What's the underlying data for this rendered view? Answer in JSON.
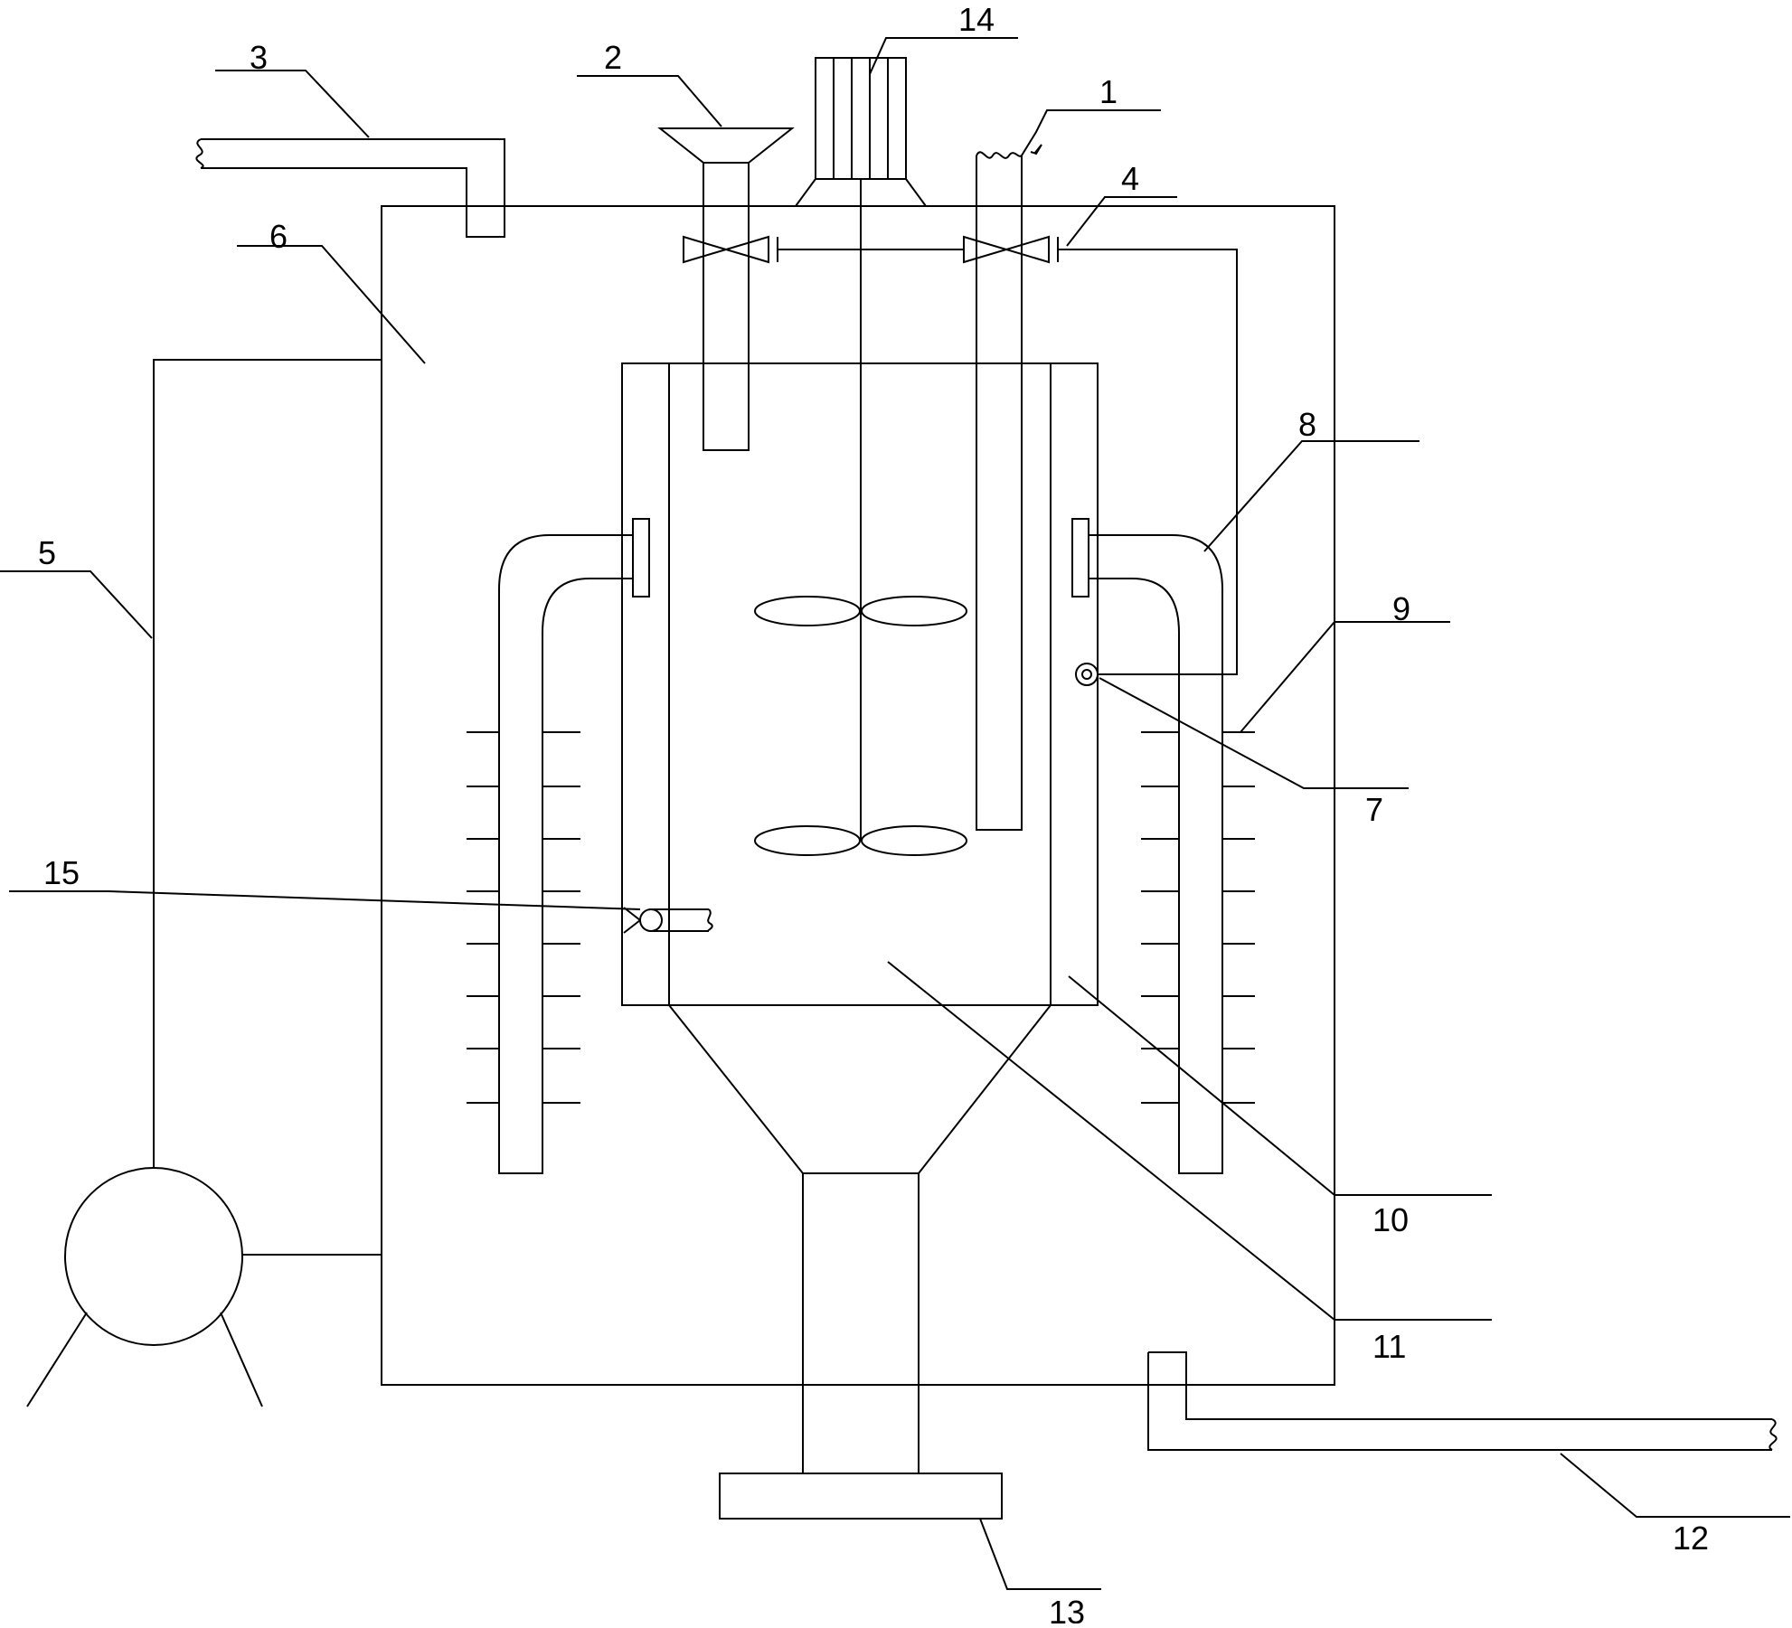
{
  "diagram": {
    "stroke_color": "#000000",
    "background": "#ffffff",
    "labels": {
      "l1": "1",
      "l2": "2",
      "l3": "3",
      "l4": "4",
      "l5": "5",
      "l6": "6",
      "l7": "7",
      "l8": "8",
      "l9": "9",
      "l10": "10",
      "l11": "11",
      "l12": "12",
      "l13": "13",
      "l14": "14",
      "l15": "15"
    }
  }
}
